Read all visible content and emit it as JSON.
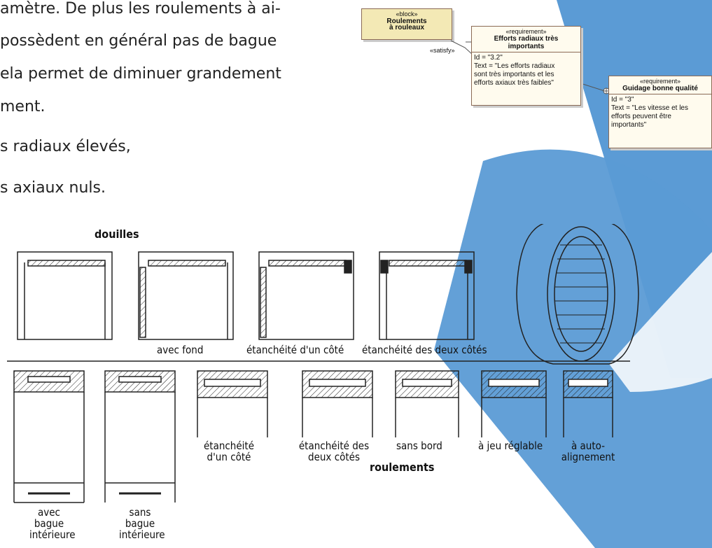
{
  "text": {
    "line1": "amètre. De plus les roulements à ai-",
    "line2": "possèdent en général pas de bague",
    "line3": "ela permet de diminuer grandement",
    "line4": "ment.",
    "line5": "s radiaux élevés,",
    "line6": "s axiaux nuls."
  },
  "sysml": {
    "block": {
      "stereotype": "«block»",
      "name_line1": "Roulements",
      "name_line2": "à rouleaux"
    },
    "satisfy_label": "«satisfy»",
    "req1": {
      "stereotype": "«requirement»",
      "name_line1": "Efforts radiaux très",
      "name_line2": "importants",
      "id": "Id = \"3.2\"",
      "text1": "Text = \"Les efforts radiaux",
      "text2": "sont très importants et les",
      "text3": "efforts axiaux très faibles\""
    },
    "req2": {
      "stereotype": "«requirement»",
      "name": "Guidage bonne qualité",
      "id": "Id = \"3\"",
      "text1": "Text = \"Les vitesse et les",
      "text2": "efforts peuvent être",
      "text3": "importants\""
    }
  },
  "figure": {
    "douilles_title": "douilles",
    "roulements_title": "roulements",
    "captions_top": [
      "avec fond",
      "étanchéité d'un côté",
      "étanchéité des deux côtés"
    ],
    "captions_bottom": {
      "avec_bague": [
        "avec",
        "bague",
        "intérieure"
      ],
      "sans_bague": [
        "sans",
        "bague",
        "intérieure"
      ],
      "etancheite_un": [
        "étanchéité",
        "d'un côté"
      ],
      "etancheite_deux": [
        "étanchéité des",
        "deux côtés"
      ],
      "sans_bord": "sans bord",
      "jeu_reglable": "à jeu réglable",
      "auto_alignement": [
        "à auto-",
        "alignement"
      ]
    }
  },
  "colors": {
    "accent": "#5b9bd5",
    "box_fill": "#fffbee",
    "block_fill": "#f3e9b5",
    "border": "#8a6a55"
  }
}
